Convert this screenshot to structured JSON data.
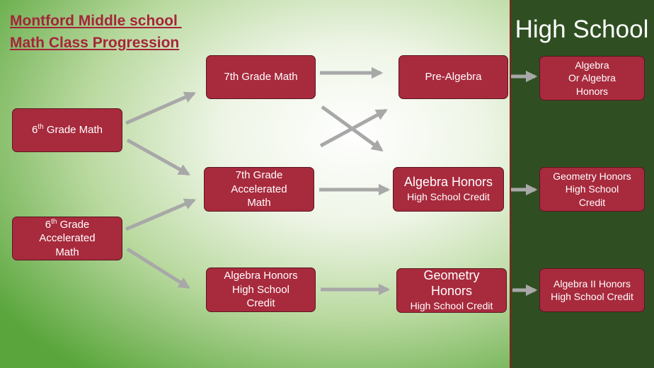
{
  "header": {
    "line1": "Montford Middle school ",
    "line2": "Math Class Progression"
  },
  "high_school_label": "High School",
  "colors": {
    "box_fill": "#a82a3d",
    "title": "#a5253a",
    "panel": "#2f4f22",
    "arrow": "#a8a8a8"
  },
  "boxes": {
    "grade6": {
      "pre": "6",
      "sup": "th",
      "post": " Grade Math"
    },
    "grade6acc": {
      "pre": "6",
      "sup": "th",
      "post": " Grade",
      "line2": "Accelerated",
      "line3": "Math"
    },
    "grade7": {
      "line1": "7th Grade Math"
    },
    "grade7acc": {
      "line1": "7th Grade",
      "line2": "Accelerated",
      "line3": "Math"
    },
    "alg_hon_ms": {
      "line1": "Algebra Honors",
      "line2": "High School",
      "line3": "Credit"
    },
    "prealgebra": {
      "line1": "Pre-Algebra"
    },
    "alg_hon_credit": {
      "line1": "Algebra Honors",
      "line2": "High School Credit"
    },
    "geo_hon_credit": {
      "line1": "Geometry",
      "line2": "Honors",
      "line3": "High School Credit"
    },
    "hs_algebra": {
      "line1": "Algebra",
      "line2": "Or Algebra",
      "line3": "Honors"
    },
    "hs_geometry": {
      "line1": "Geometry Honors",
      "line2": "High School",
      "line3": "Credit"
    },
    "hs_alg2": {
      "line1": "Algebra II Honors",
      "line2": "High School Credit"
    }
  }
}
